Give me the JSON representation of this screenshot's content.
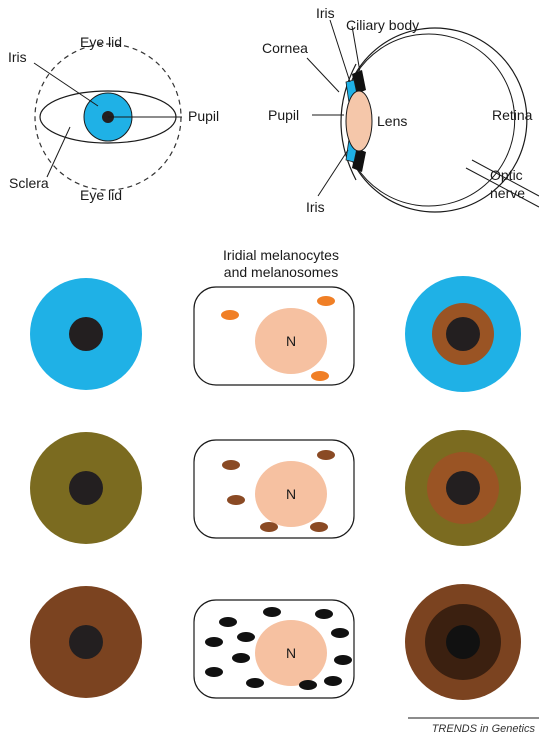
{
  "colors": {
    "blue": "#1fb1e6",
    "hazel_green": "#7b6b20",
    "brown": "#7b4320",
    "mid_brown": "#9a5424",
    "dark_brown": "#3b2010",
    "pupil": "#231f20",
    "melanosome_orange": "#f07f26",
    "melanosome_brown": "#8a4a24",
    "melanosome_black": "#111111",
    "nucleus": "#f6c1a1",
    "lens": "#f5c7aa"
  },
  "front_eye": {
    "iris_label": "Iris",
    "eyelid_top_label": "Eye lid",
    "eyelid_bottom_label": "Eye lid",
    "pupil_label": "Pupil",
    "sclera_label": "Sclera"
  },
  "side_eye": {
    "iris_top_label": "Iris",
    "ciliary_label": "Ciliary body",
    "cornea_label": "Cornea",
    "pupil_label": "Pupil",
    "lens_label": "Lens",
    "retina_label": "Retina",
    "iris_bottom_label": "Iris",
    "optic_line1": "Optic",
    "optic_line2": "nerve"
  },
  "cell_header": {
    "line1": "Iridial melanocytes",
    "line2": "and melanosomes"
  },
  "rows": [
    {
      "name": "blue",
      "nucleus_label": "N"
    },
    {
      "name": "hazel",
      "nucleus_label": "N"
    },
    {
      "name": "brown",
      "nucleus_label": "N"
    }
  ],
  "footer": "TRENDS in Genetics"
}
